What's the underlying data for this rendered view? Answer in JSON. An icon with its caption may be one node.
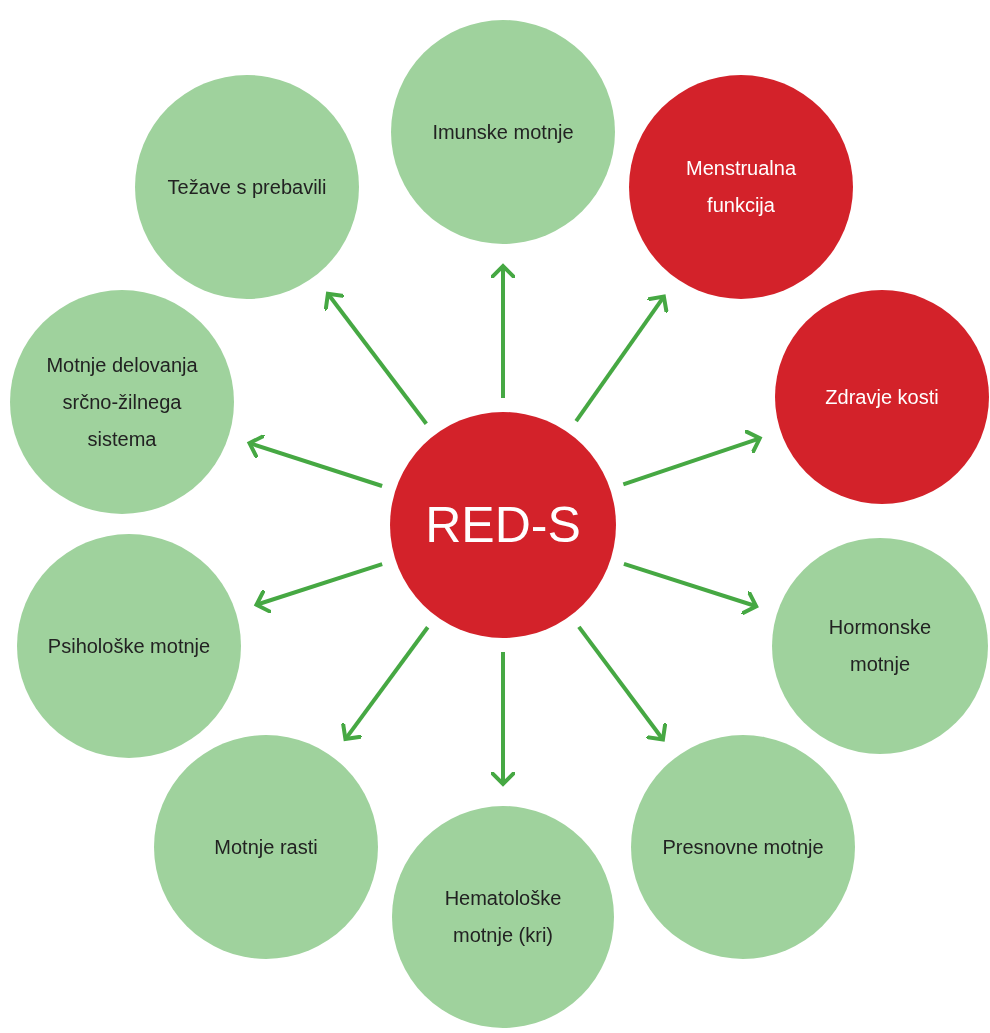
{
  "diagram": {
    "nodes": [
      {
        "text": [
          "RED-S"
        ]
      },
      {
        "text": [
          "Imunske motnje"
        ]
      },
      {
        "text": [
          "Menstrualna funkcija"
        ]
      },
      {
        "text": [
          "Zdravje kosti"
        ]
      },
      {
        "text": [
          "Hormonske motnje"
        ]
      },
      {
        "text": [
          "Presnovne motnje"
        ]
      },
      {
        "text": [
          "Hematološke motnje (kri)"
        ]
      },
      {
        "text": [
          "Motnje rasti"
        ]
      },
      {
        "text": [
          "Psihološke motnje"
        ]
      },
      {
        "text": [
          "Motnje delovanja srčno-žilnega sistema"
        ]
      },
      {
        "text": [
          "Težave s prebavili"
        ]
      }
    ],
    "edges": [
      {
        "from": 0,
        "to": 1,
        "arrow": "to"
      },
      {
        "from": 0,
        "to": 2,
        "arrow": "to"
      },
      {
        "from": 0,
        "to": 3,
        "arrow": "to"
      },
      {
        "from": 0,
        "to": 4,
        "arrow": "to"
      },
      {
        "from": 0,
        "to": 5,
        "arrow": "to"
      },
      {
        "from": 0,
        "to": 6,
        "arrow": "to"
      },
      {
        "from": 0,
        "to": 7,
        "arrow": "to"
      },
      {
        "from": 0,
        "to": 8,
        "arrow": "to"
      },
      {
        "from": 0,
        "to": 9,
        "arrow": "to"
      },
      {
        "from": 0,
        "to": 10,
        "arrow": "to"
      }
    ]
  }
}
